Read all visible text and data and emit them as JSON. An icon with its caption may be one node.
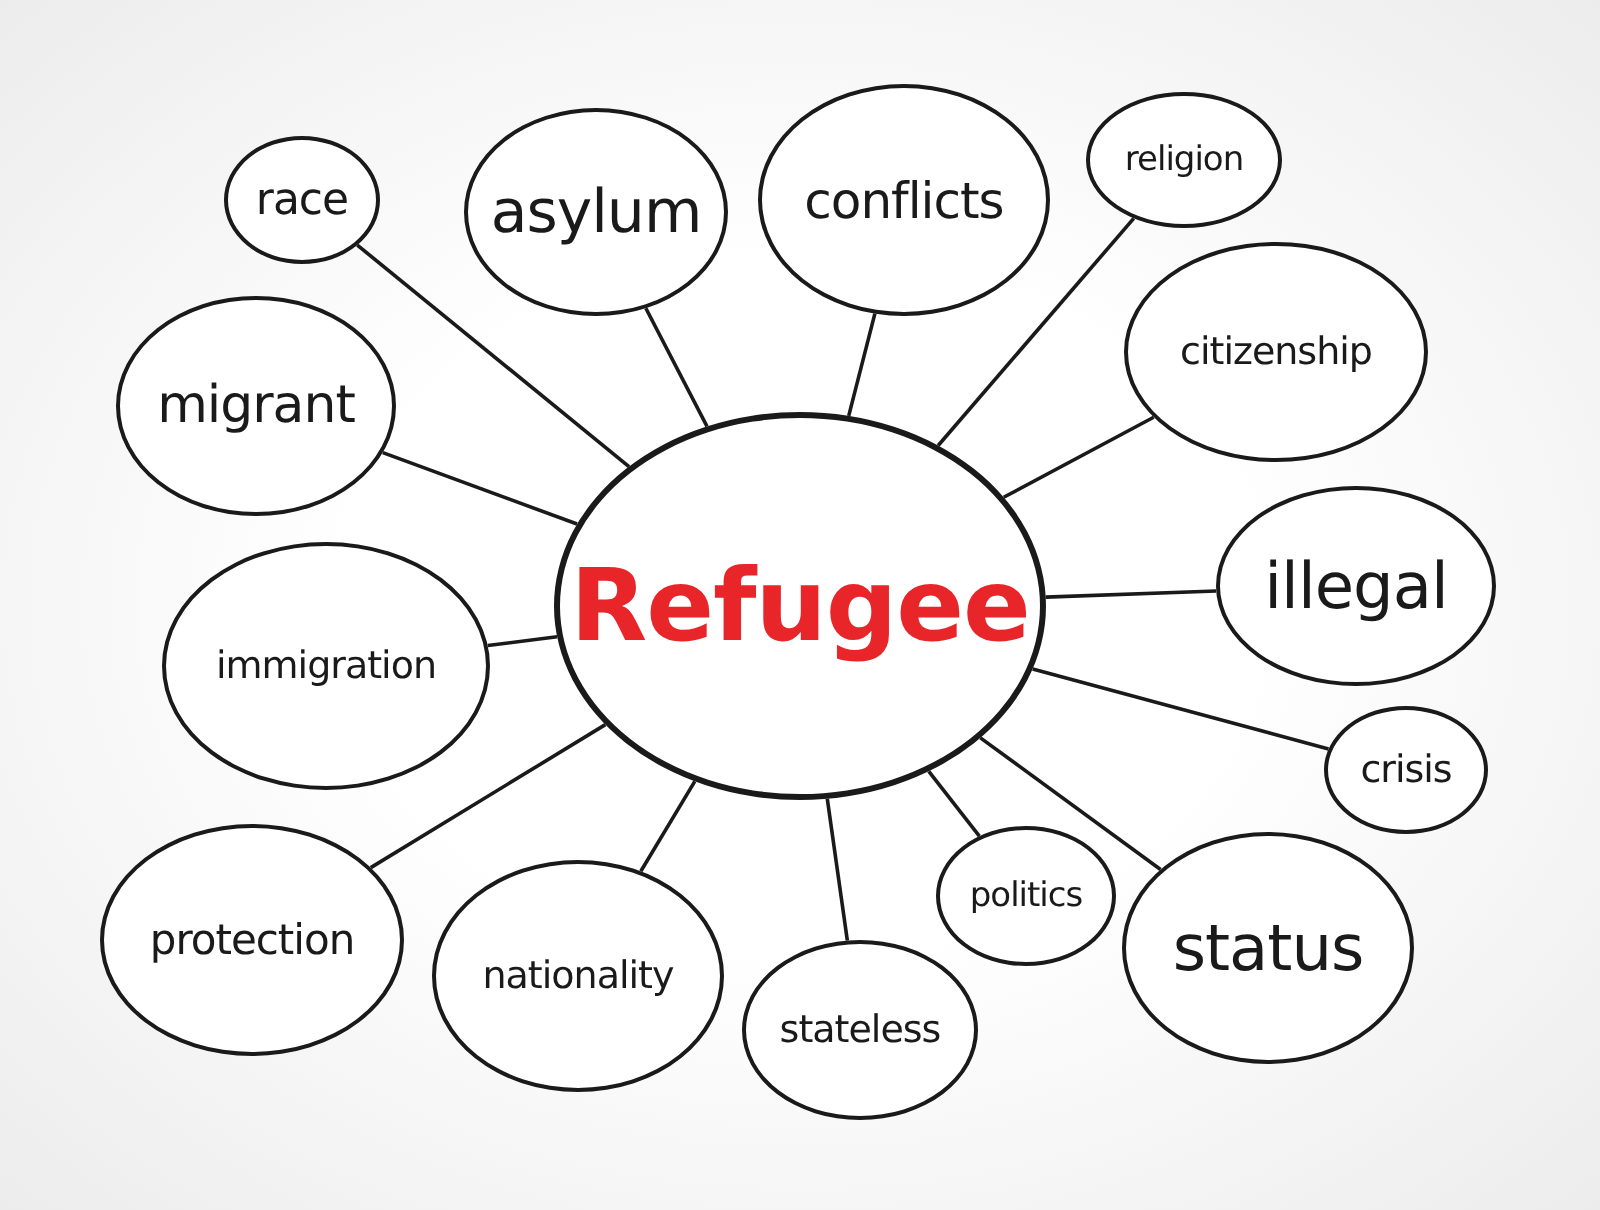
{
  "diagram": {
    "nodes": [
      {
        "text": [
          "Refugee"
        ]
      },
      {
        "text": [
          "race"
        ]
      },
      {
        "text": [
          "asylum"
        ]
      },
      {
        "text": [
          "conflicts"
        ]
      },
      {
        "text": [
          "religion"
        ]
      },
      {
        "text": [
          "citizenship"
        ]
      },
      {
        "text": [
          "migrant"
        ]
      },
      {
        "text": [
          "illegal"
        ]
      },
      {
        "text": [
          "immigration"
        ]
      },
      {
        "text": [
          "crisis"
        ]
      },
      {
        "text": [
          "protection"
        ]
      },
      {
        "text": [
          "nationality"
        ]
      },
      {
        "text": [
          "politics"
        ]
      },
      {
        "text": [
          "stateless"
        ]
      },
      {
        "text": [
          "status"
        ]
      }
    ],
    "edges": [
      {
        "from": 0,
        "to": 1,
        "arrow": "none"
      },
      {
        "from": 0,
        "to": 2,
        "arrow": "none"
      },
      {
        "from": 0,
        "to": 3,
        "arrow": "none"
      },
      {
        "from": 0,
        "to": 4,
        "arrow": "none"
      },
      {
        "from": 0,
        "to": 5,
        "arrow": "none"
      },
      {
        "from": 0,
        "to": 6,
        "arrow": "none"
      },
      {
        "from": 0,
        "to": 7,
        "arrow": "none"
      },
      {
        "from": 0,
        "to": 8,
        "arrow": "none"
      },
      {
        "from": 0,
        "to": 9,
        "arrow": "none"
      },
      {
        "from": 0,
        "to": 10,
        "arrow": "none"
      },
      {
        "from": 0,
        "to": 11,
        "arrow": "none"
      },
      {
        "from": 0,
        "to": 12,
        "arrow": "none"
      },
      {
        "from": 0,
        "to": 13,
        "arrow": "none"
      },
      {
        "from": 0,
        "to": 14,
        "arrow": "none"
      }
    ]
  }
}
